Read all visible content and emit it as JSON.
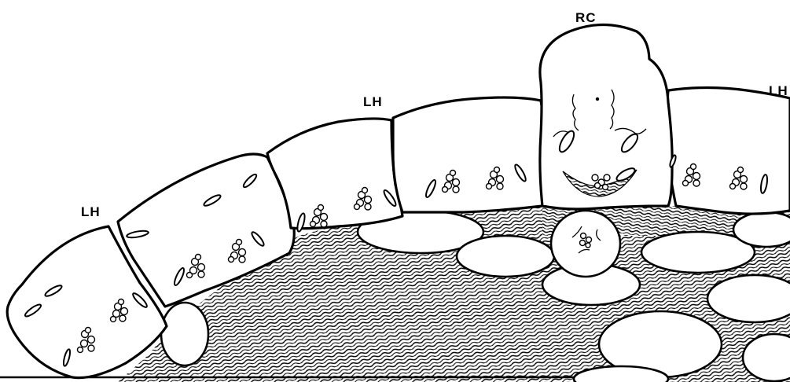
{
  "diagram": {
    "labels": {
      "lh_left": "LH",
      "lh_middle": "LH",
      "rc_top": "RC",
      "lh_right": "LH"
    },
    "colors": {
      "ink": "#000000",
      "paper": "#ffffff"
    }
  }
}
